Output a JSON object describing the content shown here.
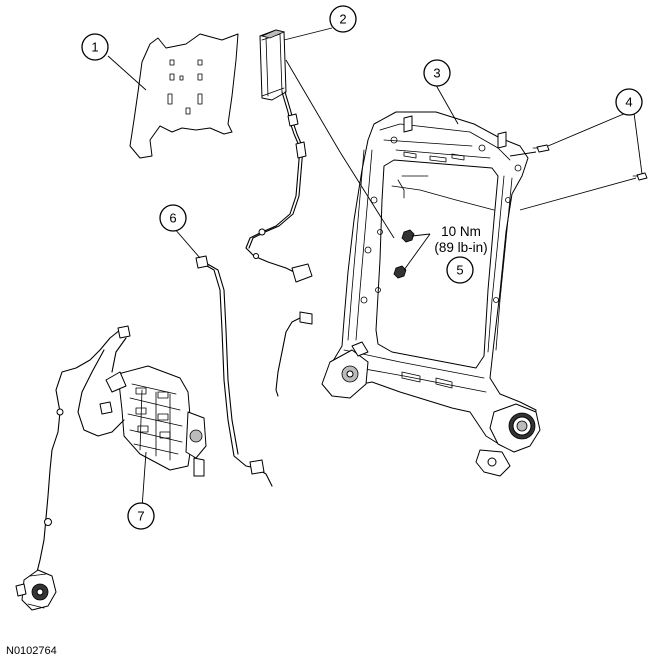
{
  "figure_id": "N0102764",
  "torque": {
    "line1": "10 Nm",
    "line2": "(89 lb-in)"
  },
  "callouts": [
    {
      "number": "1"
    },
    {
      "number": "2"
    },
    {
      "number": "3"
    },
    {
      "number": "4"
    },
    {
      "number": "5"
    },
    {
      "number": "6"
    },
    {
      "number": "7"
    }
  ]
}
